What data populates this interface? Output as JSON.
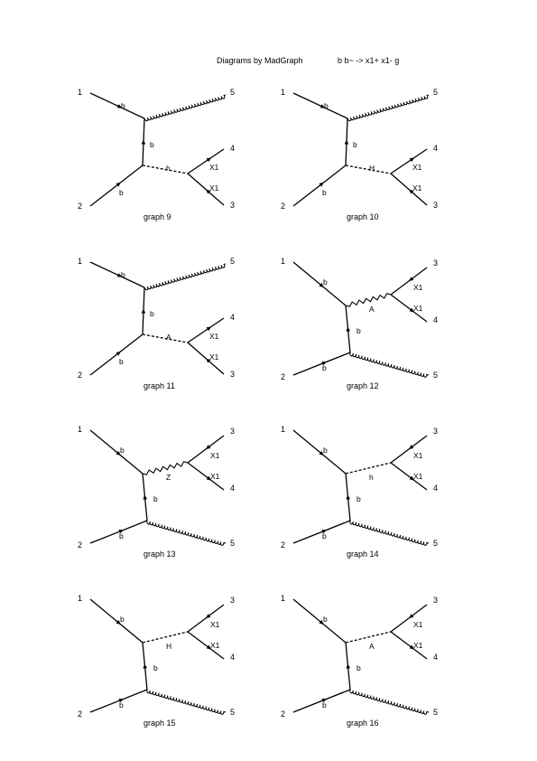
{
  "header": {
    "left": "Diagrams by MadGraph",
    "right": "b b~ -> x1+ x1- g"
  },
  "diagrams": [
    {
      "id": "9",
      "caption": "graph    9",
      "layout": "t",
      "propagator": "h",
      "ext": {
        "p1": "1",
        "p2": "2",
        "p5": "5",
        "top": "4",
        "bottom": "3"
      },
      "line_labels": {
        "in1": "b",
        "in2": "b",
        "internal": "b",
        "out_top": "X1",
        "out_bottom": "X1"
      }
    },
    {
      "id": "10",
      "caption": "graph    10",
      "layout": "t",
      "propagator": "H",
      "ext": {
        "p1": "1",
        "p2": "2",
        "p5": "5",
        "top": "4",
        "bottom": "3"
      },
      "line_labels": {
        "in1": "b",
        "in2": "b",
        "internal": "b",
        "out_top": "X1",
        "out_bottom": "X1"
      }
    },
    {
      "id": "11",
      "caption": "graph    11",
      "layout": "t",
      "propagator": "A",
      "ext": {
        "p1": "1",
        "p2": "2",
        "p5": "5",
        "top": "4",
        "bottom": "3"
      },
      "line_labels": {
        "in1": "b",
        "in2": "b",
        "internal": "b",
        "out_top": "X1",
        "out_bottom": "X1"
      }
    },
    {
      "id": "12",
      "caption": "graph    12",
      "layout": "u",
      "propagator": "A",
      "propagator_style": "photon",
      "ext": {
        "p1": "1",
        "p2": "2",
        "p5": "5",
        "top": "3",
        "bottom": "4"
      },
      "line_labels": {
        "in1": "b",
        "in2": "b",
        "internal": "b",
        "out_top": "X1",
        "out_bottom": "X1"
      }
    },
    {
      "id": "13",
      "caption": "graph    13",
      "layout": "u",
      "propagator": "Z",
      "propagator_style": "photon",
      "ext": {
        "p1": "1",
        "p2": "2",
        "p5": "5",
        "top": "3",
        "bottom": "4"
      },
      "line_labels": {
        "in1": "b",
        "in2": "b",
        "internal": "b",
        "out_top": "X1",
        "out_bottom": "X1"
      }
    },
    {
      "id": "14",
      "caption": "graph    14",
      "layout": "u",
      "propagator": "h",
      "ext": {
        "p1": "1",
        "p2": "2",
        "p5": "5",
        "top": "3",
        "bottom": "4"
      },
      "line_labels": {
        "in1": "b",
        "in2": "b",
        "internal": "b",
        "out_top": "X1",
        "out_bottom": "X1"
      }
    },
    {
      "id": "15",
      "caption": "graph    15",
      "layout": "u",
      "propagator": "H",
      "ext": {
        "p1": "1",
        "p2": "2",
        "p5": "5",
        "top": "3",
        "bottom": "4"
      },
      "line_labels": {
        "in1": "b",
        "in2": "b",
        "internal": "b",
        "out_top": "X1",
        "out_bottom": "X1"
      }
    },
    {
      "id": "16",
      "caption": "graph    16",
      "layout": "u",
      "propagator": "A",
      "ext": {
        "p1": "1",
        "p2": "2",
        "p5": "5",
        "top": "3",
        "bottom": "4"
      },
      "line_labels": {
        "in1": "b",
        "in2": "b",
        "internal": "b",
        "out_top": "X1",
        "out_bottom": "X1"
      }
    }
  ]
}
